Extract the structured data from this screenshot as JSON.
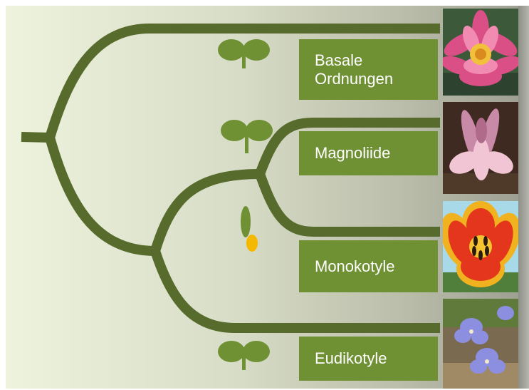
{
  "groups": [
    {
      "label": "Basale\nOrdnungen",
      "icon": "seedling-icon"
    },
    {
      "label": "Magnoliide",
      "icon": "seedling-icon"
    },
    {
      "label": "Monokotyle",
      "icon": "monocot-seedling-icon"
    },
    {
      "label": "Eudikotyle",
      "icon": "seedling-icon"
    }
  ],
  "photos": [
    {
      "subject": "water-lily-photo"
    },
    {
      "subject": "magnolia-photo"
    },
    {
      "subject": "tulip-photo"
    },
    {
      "subject": "violet-flower-photo"
    }
  ],
  "colors": {
    "branch": "#576b2c",
    "label_bg": "#6f9133",
    "seedling": "#6f9133",
    "seed": "#f5b800"
  }
}
